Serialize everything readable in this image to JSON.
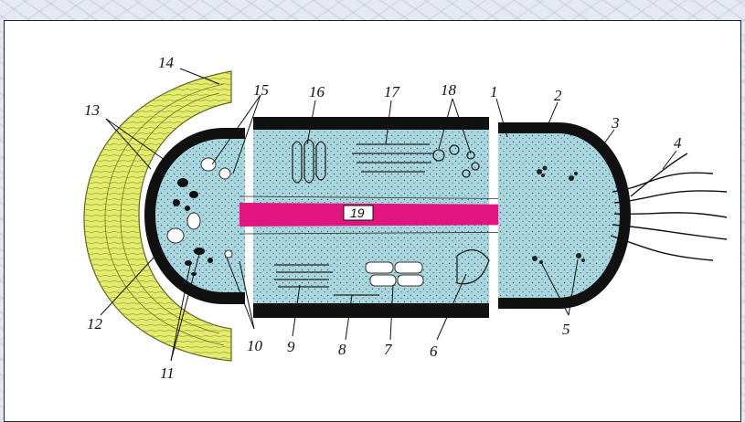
{
  "labels": {
    "l1": "1",
    "l2": "2",
    "l3": "3",
    "l4": "4",
    "l5": "5",
    "l6": "6",
    "l7": "7",
    "l8": "8",
    "l9": "9",
    "l10": "10",
    "l11": "11",
    "l12": "12",
    "l13": "13",
    "l14": "14",
    "l15": "15",
    "l16": "16",
    "l17": "17",
    "l18": "18",
    "l19": "19"
  },
  "colors": {
    "cytoplasm": "#a9d6de",
    "capsule": "#e4ec6e",
    "nucleoid": "#e0157f",
    "wall": "#111111",
    "granule": "#111111"
  }
}
